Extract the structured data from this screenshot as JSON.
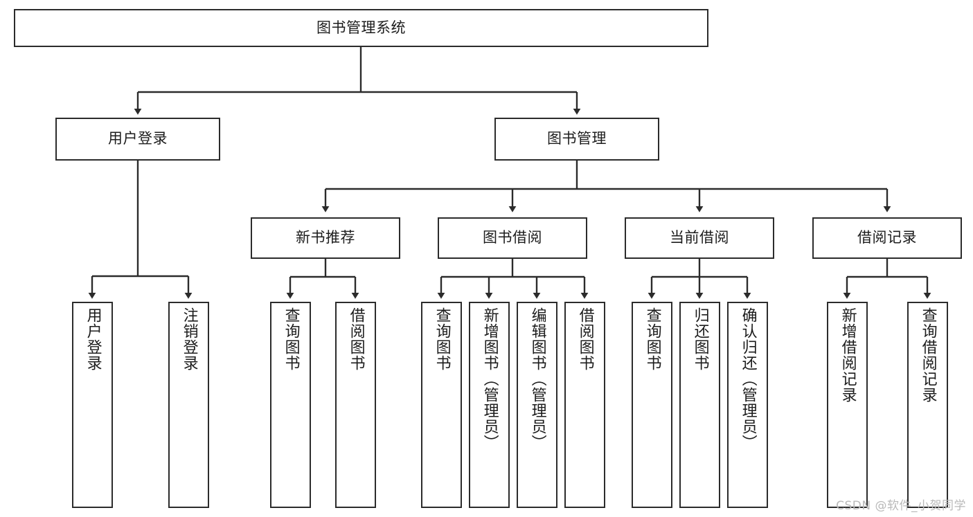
{
  "diagram": {
    "title": "图书管理系统",
    "type": "tree-hierarchy-diagram",
    "watermark": "CSDN @软件_小贺同学",
    "colors": {
      "box_border": "#2b2b2b",
      "box_fill": "#ffffff",
      "edge": "#2b2b2b",
      "text": "#1c1c1c",
      "watermark": "#b9b9b9",
      "background": "#ffffff"
    },
    "root": {
      "label": "图书管理系统"
    },
    "level2": [
      {
        "label": "用户登录"
      },
      {
        "label": "图书管理"
      }
    ],
    "level3": [
      {
        "label": "新书推荐"
      },
      {
        "label": "图书借阅"
      },
      {
        "label": "当前借阅"
      },
      {
        "label": "借阅记录"
      }
    ],
    "leaves": {
      "user_login": [
        {
          "label": "用户登录"
        },
        {
          "label": "注销登录"
        }
      ],
      "new_book_recommend": [
        {
          "label": "查询图书"
        },
        {
          "label": "借阅图书"
        }
      ],
      "book_borrow": [
        {
          "label": "查询图书"
        },
        {
          "label": "新增图书（管理员）"
        },
        {
          "label": "编辑图书（管理员）"
        },
        {
          "label": "借阅图书"
        }
      ],
      "current_borrow": [
        {
          "label": "查询图书"
        },
        {
          "label": "归还图书"
        },
        {
          "label": "确认归还（管理员）"
        }
      ],
      "borrow_record": [
        {
          "label": "新增借阅记录"
        },
        {
          "label": "查询借阅记录"
        }
      ]
    }
  }
}
